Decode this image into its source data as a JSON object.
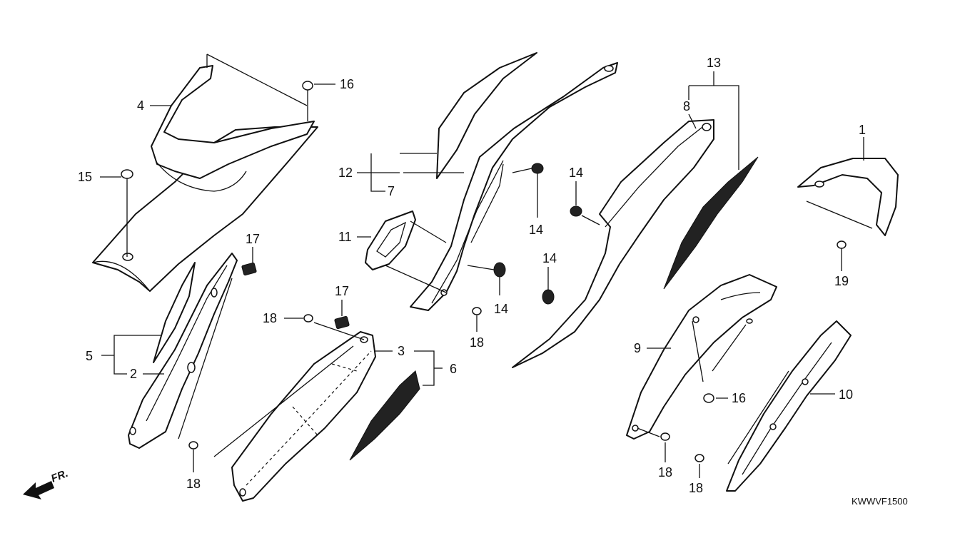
{
  "callouts": {
    "c1": "1",
    "c2": "2",
    "c3": "3",
    "c4": "4",
    "c5": "5",
    "c6": "6",
    "c7": "7",
    "c8": "8",
    "c9": "9",
    "c10": "10",
    "c11": "11",
    "c12": "12",
    "c13": "13",
    "c14a": "14",
    "c14b": "14",
    "c14c": "14",
    "c14d": "14",
    "c15": "15",
    "c16a": "16",
    "c16b": "16",
    "c17a": "17",
    "c17b": "17",
    "c18a": "18",
    "c18b": "18",
    "c18c": "18",
    "c18d": "18",
    "c18e": "18",
    "c19": "19"
  },
  "direction_label": "FR.",
  "diagram_code": "KWWVF1500",
  "icons": {
    "front_arrow": "front-direction-arrow-icon"
  }
}
